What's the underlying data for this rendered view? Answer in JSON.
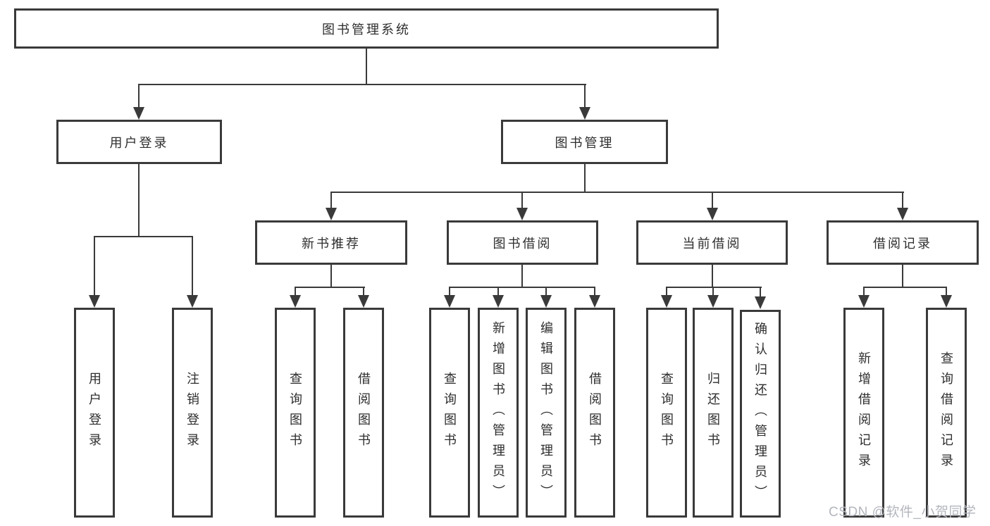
{
  "colors": {
    "line": "#3a3a3a",
    "text": "#2e2e2e",
    "box_background": "#ffffff",
    "watermark": "#b3b6bd"
  },
  "diagram": {
    "root": "图书管理系统",
    "level2": {
      "user_login": "用户登录",
      "book_mgmt": "图书管理"
    },
    "level3": {
      "new_books": "新书推荐",
      "book_borrow": "图书借阅",
      "current_borrow": "当前借阅",
      "borrow_records": "借阅记录"
    },
    "leaves": {
      "user_login": [
        "用户登录",
        "注销登录"
      ],
      "new_books": [
        "查询图书",
        "借阅图书"
      ],
      "book_borrow": [
        "查询图书",
        "新增图书（管理员）",
        "编辑图书（管理员）",
        "借阅图书"
      ],
      "current_borrow": [
        "查询图书",
        "归还图书",
        "确认归还（管理员）"
      ],
      "borrow_records": [
        "新增借阅记录",
        "查询借阅记录"
      ]
    }
  },
  "watermark": "CSDN @软件_小贺同学"
}
